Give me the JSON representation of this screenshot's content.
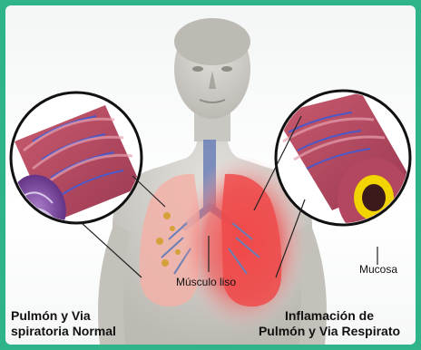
{
  "labels": {
    "muscle": "Músculo liso",
    "mucosa": "Mucosa"
  },
  "captions": {
    "left_line1": "Pulmón y Via",
    "left_line2": "spiratoria Normal",
    "right_line1": "Inflamación de",
    "right_line2": "Pulmón y Via Respirato"
  },
  "colors": {
    "frame": "#2fb38a",
    "skin": "#c9c7c2",
    "lung_normal": "#f2b1a8",
    "lung_inflamed": "#ef4a4a",
    "airway_wall": "#b3475f",
    "airway_interior": "#6d3a8f",
    "vessel_blue": "#4a59c9",
    "mucosa_yellow": "#f2d400"
  },
  "icons": {
    "left_zoom": "normal-airway-cross-section",
    "right_zoom": "inflamed-airway-cross-section"
  }
}
